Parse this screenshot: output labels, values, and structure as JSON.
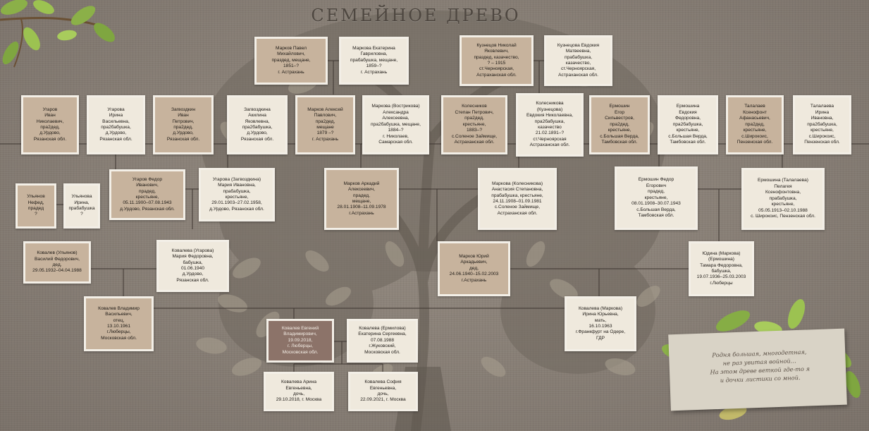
{
  "title": "СЕМЕЙНОЕ ДРЕВО",
  "quote": "Родня большая, многодетная,\n не раз увитая войной…\nНа этом древе веткой где-то я\n и дочки листики со мной.",
  "colors": {
    "tan": "#c7b39d",
    "cream": "#efe9dd",
    "dark": "#8c7369",
    "line": "#3d3530"
  },
  "people": {
    "markov_pavel": "Марков Павел\nМихайлович,\nпраздед, мещане,\n1851–?\nг. Астрахань",
    "markova_ekaterina": "Маркова Екатерина\nГавриловна,\nпрабабушка, мещане,\n1859–?\nг. Астрахань",
    "kuznetsov_nikolai": "Кузнецов Николай\nЯковлевич,\nпраздед, казачество,\n? – 1915\nст.Черноярская,\nАстраханская обл.",
    "kuznetsova_evdokia": "Кузнецова Евдокия\nМатвеевна,\nпрабабушка,\nказачество,\nст.Черноярская,\nАстраханская обл.",
    "ugarov_ivan": "Угаров\nИван\nНиколаевич,\nпра2дед,\nд.Урдово,\nРязанская обл.",
    "ugarova_irina": "Угарова\nИрина\nВасильевна,\nпра2бабушка,\nд.Урдово,\nРязанская обл.",
    "zagvozdkin_ivan": "Загвоздкин\nИван\nПетрович,\nпра2дед,\nд.Урдово,\nРязанская обл.",
    "zagvozdkina_akilina": "Загвоздкина\nАкилина\nЯковлевна,\nпра2бабушка,\nд.Урдово,\nРязанская обл.",
    "markov_aleksei": "Марков Алексей\nПавлович,\nпра2дед,\nмещане\n1879 –?\nг. Астрахань",
    "markova_aleksandra": "Маркова (Вострикова)\nАлександра\nАлексеевна,\nпра2бабушка, мещане,\n1884–?\nг. Николаев,\nСамарская обл.",
    "kolesnikov_stepan": "Колесников\nСтепан Петрович,\nпра2дед,\nкрестьяне,\n1883–?\nс.Соленое Займище,\nАстраханская обл.",
    "kolesnikova_evdokia": "Колесникова\n(Кузнецова)\nЕвдокия Николаевна,\nпра2бабушка,\nказачество\n21.02.1891–?\nст.Черноярская\nАстраханская обл.",
    "ermoshin_egor": "Ермошин\nЕгор\nСильвестров,\nпра2дед,\nкрестьяне,\nс.Большая Верда,\nТамбовская обл.",
    "ermoshina_evdokia": "Ермошина\nЕвдокия\nФедоровна,\nпра2бабушка,\nкрестьяне,\nс.Большая Верда,\nТамбовская обл.",
    "talalaev_ksenofont": "Талалаев\nКсенофонт\nАфанасьевич,\nпра2дед,\nкрестьяне,\nс.Широкоис,\nПензенская обл.",
    "talalaeva_irina": "Талалаева\nИрина\nИвановна,\nпра2бабушка,\nкрестьяне,\nс.Широкоис,\nПензенская обл.",
    "ulyanov_nefed": "Ульянов\nНефед,\nпрадед\n?",
    "ulyanova_irina": "Ульянова\nИрина,\nпрабабушка\n?",
    "ugarov_fedor": "Угаров Федор\nИванович,\nпрадед,\nкрестьяне,\n05.11.1900–07.08.1943\nд.Урдово, Рязанская обл.",
    "ugarova_maria": "Угарова (Загвоздкина)\nМария Ивановна,\nпрабабушка,\nкрестьяне,\n29.01.1903–27.02.1958,\nд.Урдово, Рязанская обл.",
    "markov_arkadii": "Марков Аркадий\nАлексеевич,\nпрадед,\nмещане,\n28.01.1908–11.09.1978\nг.Астрахань",
    "markova_anastasia": "Маркова (Колесникова)\nАнастасия Степановна,\nпрабабушка, крестьяне,\n24.11.1908–01.09.1981\nс.Соленое Займище,\nАстраханская обл.",
    "ermoshin_fedor": "Ермошин Федор\nЕгорович\nпрадед,\nкрестьяне,\n08.01.1908–30.07.1943\nс.Большая Верда,\nТамбовская обл.",
    "ermoshina_pelageya": "Ермошина (Талалаева)\nПелагея\nКсенофонтовна,\nпрабабушка,\nкрестьяне,\n05.05.1913–02.10.1988\nс. Широкоис, Пензенская обл.",
    "kovalev_vasilii": "Ковалев (Ульянов)\nВасилий Федорович,\nдед,\n29.05.1932–04.04.1988",
    "kovaleva_maria": "Ковалева (Угарова)\nМария Федоровна,\nбабушка,\n01.06.1940\nд.Урдово,\nРязанская обл.",
    "markov_yurii": "Марков Юрий\nАркадьевич,\nдед,\n24.06.1940–15.02.2003\nг.Астрахань",
    "yudina_tamara": "Юдина (Маркова)\n(Ермошина)\nТамара Федоровна,\nбабушка,\n19.07.1936–25.03.2003\nг.Люберцы",
    "kovalev_vladimir": "Ковалев Владимир\nВасильевич,\nотец,\n13.10.1961\nг.Люберцы,\nМосковская обл.",
    "kovaleva_irina": "Ковалева (Маркова)\nИрина Юрьевна,\nмать,\n16.10.1963\nг.Франкфурт на Одере,\nГДР",
    "kovalev_evgenii": "Ковалев Евгений\nВладимирович,\n19.09.2018,\nг. Люберцы,\nМосковская обл.",
    "kovaleva_ekaterina": "Ковалева (Ермилова)\nЕкатерина Сергеевна,\n07.08.1988\nг.Жуковский,\nМосковская обл.",
    "kovaleva_arina": "Ковалева Арина\nЕвгеньевна,\nдочь,\n29.10.2018, г. Москва",
    "kovaleva_sofia": "Ковалева София\nЕвгеньевна,\nдочь,\n22.09.2021, г. Москва"
  }
}
